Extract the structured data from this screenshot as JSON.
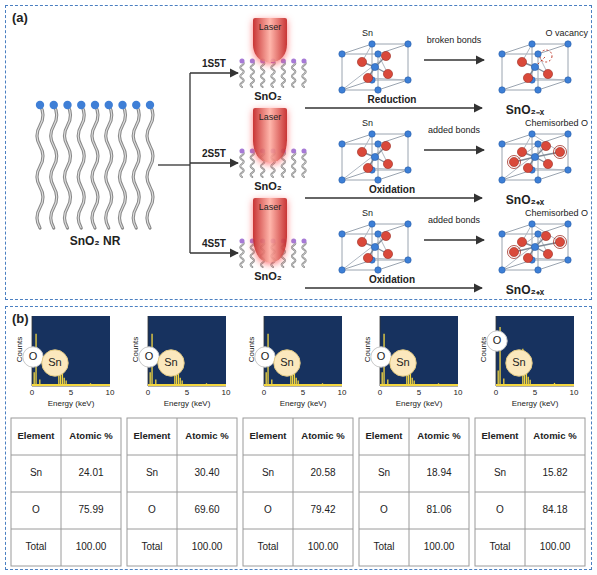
{
  "diagram": {
    "nodes": [
      {
        "text": [
          "(a)"
        ]
      },
      {
        "text": [
          "Laser"
        ],
        "in": 0
      },
      {
        "text": [
          "Sn"
        ],
        "in": 0
      },
      {
        "text": [
          "O vacancy"
        ],
        "in": 0
      },
      {
        "text": [
          "Laser"
        ],
        "in": 0
      },
      {
        "text": [
          "Sn"
        ],
        "in": 0
      },
      {
        "text": [
          "Chemisorbed O"
        ],
        "in": 0
      },
      {
        "text": [
          "Laser"
        ],
        "in": 0
      },
      {
        "text": [
          "Sn"
        ],
        "in": 0
      },
      {
        "text": [
          "Chemisorbed O"
        ],
        "in": 0
      },
      {
        "text": [
          "(b)"
        ]
      },
      {
        "text": [
          "O"
        ],
        "in": 10
      },
      {
        "text": [
          "Sn"
        ],
        "in": 10
      },
      {
        "text": [
          "O"
        ],
        "in": 10
      },
      {
        "text": [
          "Sn"
        ],
        "in": 10
      },
      {
        "text": [
          "O"
        ],
        "in": 10
      },
      {
        "text": [
          "Sn"
        ],
        "in": 10
      },
      {
        "text": [
          "O"
        ],
        "in": 10
      },
      {
        "text": [
          "Sn"
        ],
        "in": 10
      },
      {
        "text": [
          "O"
        ],
        "in": 10
      },
      {
        "text": [
          "Sn"
        ],
        "in": 10
      }
    ],
    "edges": [
      {
        "from": 2,
        "to": 3,
        "label": "broken bonds",
        "arrow": "to"
      },
      {
        "from": 5,
        "to": 6,
        "label": "added bonds",
        "arrow": "to"
      },
      {
        "from": 8,
        "to": 9,
        "label": "added bonds",
        "arrow": "to"
      }
    ],
    "labels": [
      "SnO₂ NR",
      "1S5T",
      "2S5T",
      "4S5T",
      "SnO₂",
      "Reduction",
      "SnO₂₋ₓ",
      "SnO₂",
      "Oxidation",
      "SnO₂₊ₓ",
      "SnO₂",
      "Oxidation",
      "SnO₂₊ₓ",
      "Counts",
      "0",
      "5",
      "10",
      "Energy (keV)",
      "Counts",
      "0",
      "5",
      "10",
      "Energy (keV)",
      "Counts",
      "0",
      "5",
      "10",
      "Energy (keV)",
      "Counts",
      "0",
      "5",
      "10",
      "Energy (keV)",
      "Counts",
      "0",
      "5",
      "10",
      "Energy (keV)",
      "Element",
      "Atomic %",
      "Sn",
      "24.01",
      "O",
      "75.99",
      "Total",
      "100.00",
      "Element",
      "Atomic %",
      "Sn",
      "30.40",
      "O",
      "69.60",
      "Total",
      "100.00",
      "Element",
      "Atomic %",
      "Sn",
      "20.58",
      "O",
      "79.42",
      "Total",
      "100.00",
      "Element",
      "Atomic %",
      "Sn",
      "18.94",
      "O",
      "81.06",
      "Total",
      "100.00",
      "Element",
      "Atomic %",
      "Sn",
      "15.82",
      "O",
      "84.18",
      "Total",
      "100.00"
    ]
  }
}
